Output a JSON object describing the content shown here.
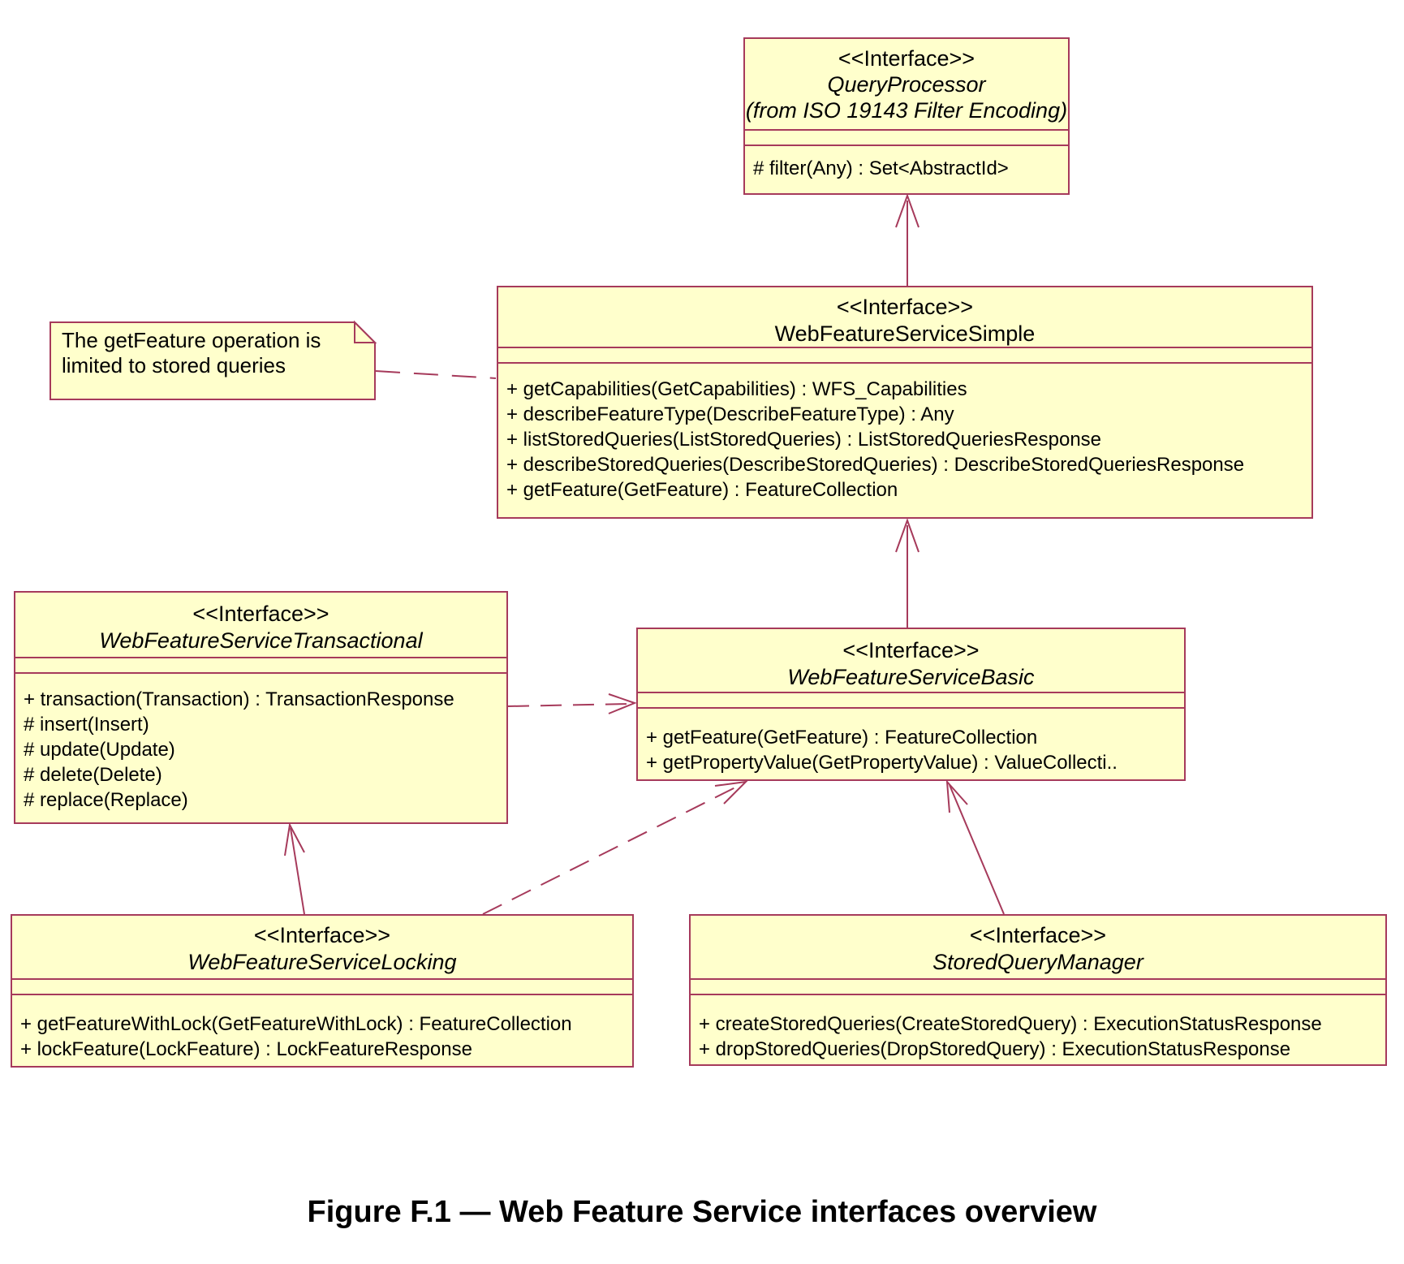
{
  "caption": "Figure F.1 — Web Feature Service interfaces overview",
  "note": {
    "text": "The getFeature operation is limited to stored queries"
  },
  "colors": {
    "box_fill": "#FFFFCC",
    "line": "#A63A5B",
    "text": "#000000"
  },
  "boxes": {
    "query_processor": {
      "stereotype": "<<Interface>>",
      "name": "QueryProcessor",
      "origin": "(from ISO 19143 Filter Encoding)",
      "methods": [
        "# filter(Any) : Set<AbstractId>"
      ]
    },
    "simple": {
      "stereotype": "<<Interface>>",
      "name": "WebFeatureServiceSimple",
      "methods": [
        "+ getCapabilities(GetCapabilities) : WFS_Capabilities",
        "+ describeFeatureType(DescribeFeatureType) : Any",
        "+ listStoredQueries(ListStoredQueries) : ListStoredQueriesResponse",
        "+ describeStoredQueries(DescribeStoredQueries) : DescribeStoredQueriesResponse",
        "+ getFeature(GetFeature) : FeatureCollection"
      ]
    },
    "transactional": {
      "stereotype": "<<Interface>>",
      "name": "WebFeatureServiceTransactional",
      "methods": [
        "+ transaction(Transaction) : TransactionResponse",
        "# insert(Insert)",
        "# update(Update)",
        "# delete(Delete)",
        "# replace(Replace)"
      ]
    },
    "basic": {
      "stereotype": "<<Interface>>",
      "name": "WebFeatureServiceBasic",
      "methods": [
        "+ getFeature(GetFeature) : FeatureCollection",
        "+ getPropertyValue(GetPropertyValue) : ValueCollecti.."
      ]
    },
    "locking": {
      "stereotype": "<<Interface>>",
      "name": "WebFeatureServiceLocking",
      "methods": [
        "+ getFeatureWithLock(GetFeatureWithLock) : FeatureCollection",
        "+ lockFeature(LockFeature) : LockFeatureResponse"
      ]
    },
    "stored_query_manager": {
      "stereotype": "<<Interface>>",
      "name": "StoredQueryManager",
      "methods": [
        "+ createStoredQueries(CreateStoredQuery) : ExecutionStatusResponse",
        "+ dropStoredQueries(DropStoredQuery) : ExecutionStatusResponse"
      ]
    }
  }
}
